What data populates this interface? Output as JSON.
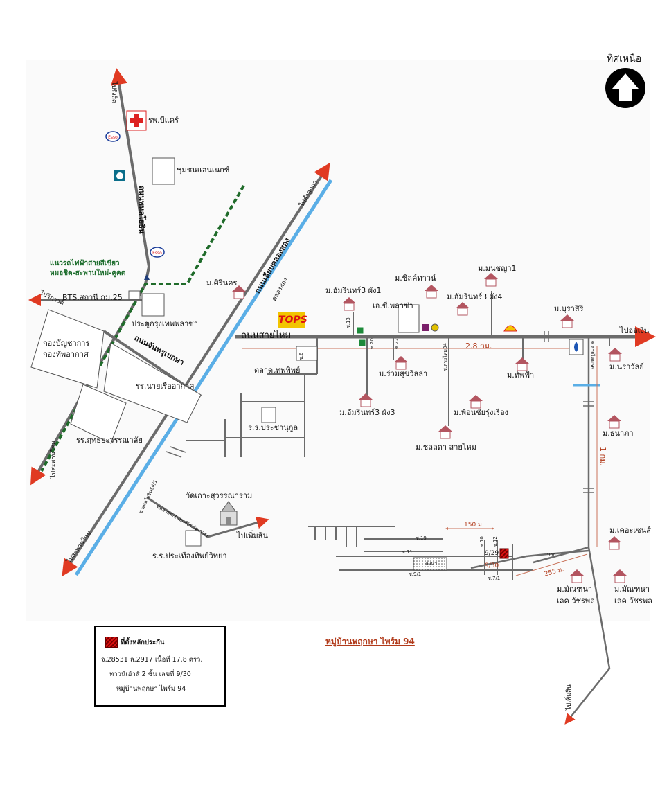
{
  "north_label": "ทิศเหนือ",
  "labels": {
    "to_rangsit": "ไปรังสิต",
    "hospital": "รพ.บีแคร์",
    "community": "ชุมชนแอนเนกซ์",
    "phahon_road": "ถนนพหลโยธิน",
    "green_line_1": "แนวรถไฟฟ้าสายสีเขียว",
    "green_line_2": "หมอชิต-สะพานใหม่-คูคต",
    "bts": "BTS.สถานี กม.25",
    "bkk_plaza": "ประตูกรุงเทพพลาซ่า",
    "to_don_mueang": "ไปวิภาวดี",
    "air_force_hq_1": "กองบัญชาการ",
    "air_force_hq_2": "กองทัพอากาศ",
    "chan_road": "ถนนจันทรุเบกษา",
    "air_academy": "รร.นายเรืออากาศ",
    "school_1": "รร.ฤทธยะวรรณาลัย",
    "to_saphan_mai_1": "ไปสะพานใหม่",
    "to_saphan_mai_2": "ไปสะพานใหม่",
    "to_lam_luk_ka": "ไปลำลูกกา",
    "canal_road": "ถนนเลียบคลองสอง",
    "canal": "คลองสอง",
    "tops": "TOPS",
    "sirinakorn": "ม.ศิรินคร",
    "amarin1": "ม.อัมรินทร์3 ผัง1",
    "silk_town": "ม.ซิลค์ทาวน์",
    "mon_chaya": "ม.มนชญา1",
    "cp_plaza": "เอ.ซี.พลาซ่า",
    "amarin4": "ม.อัมรินทร์3 ผัง4",
    "burasiri": "ม.บุราสิริ",
    "to_ao_ngoen": "ไปออเงิน",
    "sai_mai_road": "ถนนสายไหม",
    "distance_28": "2.8 กม.",
    "soi_13": "ซ.13",
    "soi_6": "ซ.6",
    "soi_20": "ซ.20",
    "soi_22": "ซ.22",
    "soi_34": "ซ.สายไหม34",
    "soi_56": "ซ.สายไหม56",
    "market": "ตลาดเทพพิพย์",
    "ruam_suk": "ม.ร่วมสุขวิลล่า",
    "thap_fa": "ม.ทัพฟ้า",
    "narawan": "ม.นราวัลย์",
    "amarin3": "ม.อัมรินทร์3 ผัง3",
    "pornchai": "ม.พ้อนชัยรุ่งเรือง",
    "prachanukool": "ร.ร.ประชานุกูล",
    "chonlada": "ม.ชลลดา สายไหม",
    "thanapa": "ม.ธนาภา",
    "one_km": "1 กม.",
    "soi_phahon54": "ซ.พหลโยธิน54/1",
    "soi_wat": "พหลฯ54/1แยก4(ซ.วัดเกาะ)",
    "wat_ko": "วัดเกาะสุวรรณาราม",
    "to_phum_sin": "ไปเพิ่มสิน",
    "school_2": "ร.ร.ประเทืองทิพย์วิทยา",
    "d150": "150 ม.",
    "d255": "255 ม.",
    "soi_19": "ซ.19",
    "soi_11": "ซ.11",
    "soi_9_1": "ซ.9/1",
    "soi_7_1": "ซ.7/1",
    "soi_10": "ซ.10",
    "soi_12": "ซ.12",
    "park": "สวนฯ",
    "lot_929": "9/29",
    "lot_930": "9/30",
    "kate": "ม.เคอะเซนส์",
    "manthana_1a": "ม.มัณฑนา",
    "manthana_1b": "เลค วัชรพล",
    "manthana_2a": "ม.มัณฑนา",
    "manthana_2b": "เลค วัชรพล",
    "to_phum_sin_2": "ไปเพิ่มสิน",
    "village_title": "หมู่บ้านพฤกษา ไพร์ม 94",
    "pak": "ปาก"
  },
  "legend": {
    "title": "ที่ตั้งหลักประกัน",
    "line1": "จ.28531 ล.2917 เนื้อที่ 17.8 ตรว.",
    "line2": "ทาวน์เฮ้าส์ 2 ชั้น เลขที่ 9/30",
    "line3": "หมู่บ้านพฤกษา ไพร์ม 94"
  },
  "colors": {
    "road": "#6b6b6b",
    "canal": "#5aaee6",
    "green_line": "#1f6b2a",
    "arrow_red": "#e03a22",
    "distance_line": "#c9735a",
    "house": "#b35560"
  }
}
